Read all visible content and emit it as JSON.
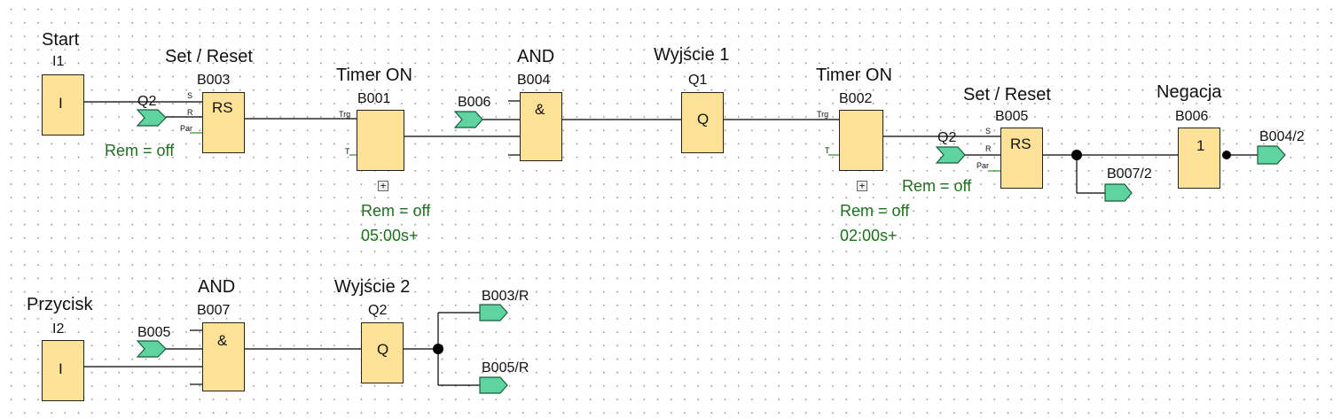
{
  "colors": {
    "block_fill": "#fde298",
    "connector_fill": "#5fd3a0",
    "param_text": "#1f6e1f",
    "wire": "#000000"
  },
  "blocks": {
    "i1": {
      "label": "Start",
      "id": "I1",
      "symbol": "I"
    },
    "b003": {
      "label": "Set / Reset",
      "id": "B003",
      "symbol": "RS",
      "param": "Rem = off",
      "pins": {
        "s": "S",
        "r": "R",
        "par": "Par"
      }
    },
    "b001": {
      "label": "Timer ON",
      "id": "B001",
      "param": "Rem = off",
      "time": "05:00s+",
      "pins": {
        "trg": "Trg",
        "t": "T"
      }
    },
    "b004": {
      "label": "AND",
      "id": "B004",
      "symbol": "&"
    },
    "q1": {
      "label": "Wyjście 1",
      "id": "Q1",
      "symbol": "Q"
    },
    "b002": {
      "label": "Timer ON",
      "id": "B002",
      "param": "Rem = off",
      "time": "02:00s+",
      "pins": {
        "trg": "Trg",
        "t": "T"
      }
    },
    "b005": {
      "label": "Set / Reset",
      "id": "B005",
      "symbol": "RS",
      "param": "Rem = off",
      "pins": {
        "s": "S",
        "r": "R",
        "par": "Par"
      }
    },
    "b006": {
      "label": "Negacja",
      "id": "B006",
      "symbol": "1"
    },
    "i2": {
      "label": "Przycisk",
      "id": "I2",
      "symbol": "I"
    },
    "b007": {
      "label": "AND",
      "id": "B007",
      "symbol": "&"
    },
    "q2": {
      "label": "Wyjście 2",
      "id": "Q2",
      "symbol": "Q"
    }
  },
  "connectors": {
    "q2_to_b003": "Q2",
    "b006_to_b004": "B006",
    "q2_to_b005": "Q2",
    "b007_out": "B007/2",
    "b004_out": "B004/2",
    "b005_to_b007": "B005",
    "b003_r": "B003/R",
    "b005_r": "B005/R"
  }
}
